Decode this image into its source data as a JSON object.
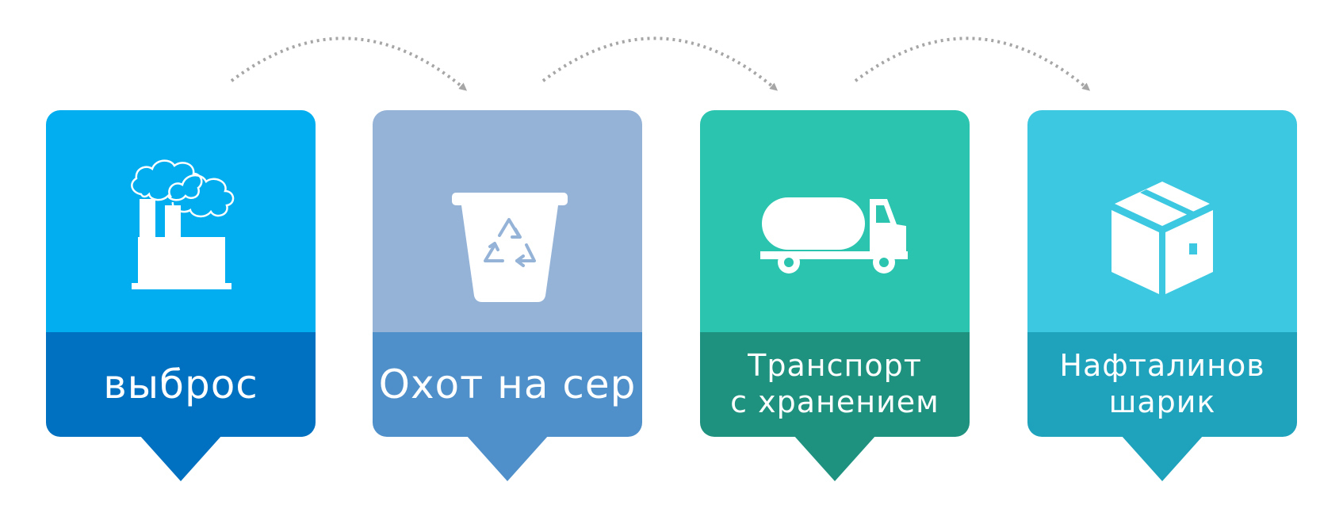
{
  "steps": [
    {
      "label": "выброс",
      "icon": "factory-smoke-icon",
      "top_color": "#02aeef",
      "bottom_color": "#0070c0"
    },
    {
      "label": "Охот на сер",
      "icon": "recycle-bin-icon",
      "top_color": "#95b3d7",
      "bottom_color": "#4f90ca"
    },
    {
      "label": "Транспорт\nс хранением",
      "icon": "tanker-truck-icon",
      "top_color": "#2bc4ae",
      "bottom_color": "#1f927f"
    },
    {
      "label": "Нафталинов\nшарик",
      "icon": "package-box-icon",
      "top_color": "#3bc8e0",
      "bottom_color": "#1fa3bd"
    }
  ],
  "connector": {
    "style": "dotted-curved-arrow",
    "color": "#a6a6a6"
  }
}
